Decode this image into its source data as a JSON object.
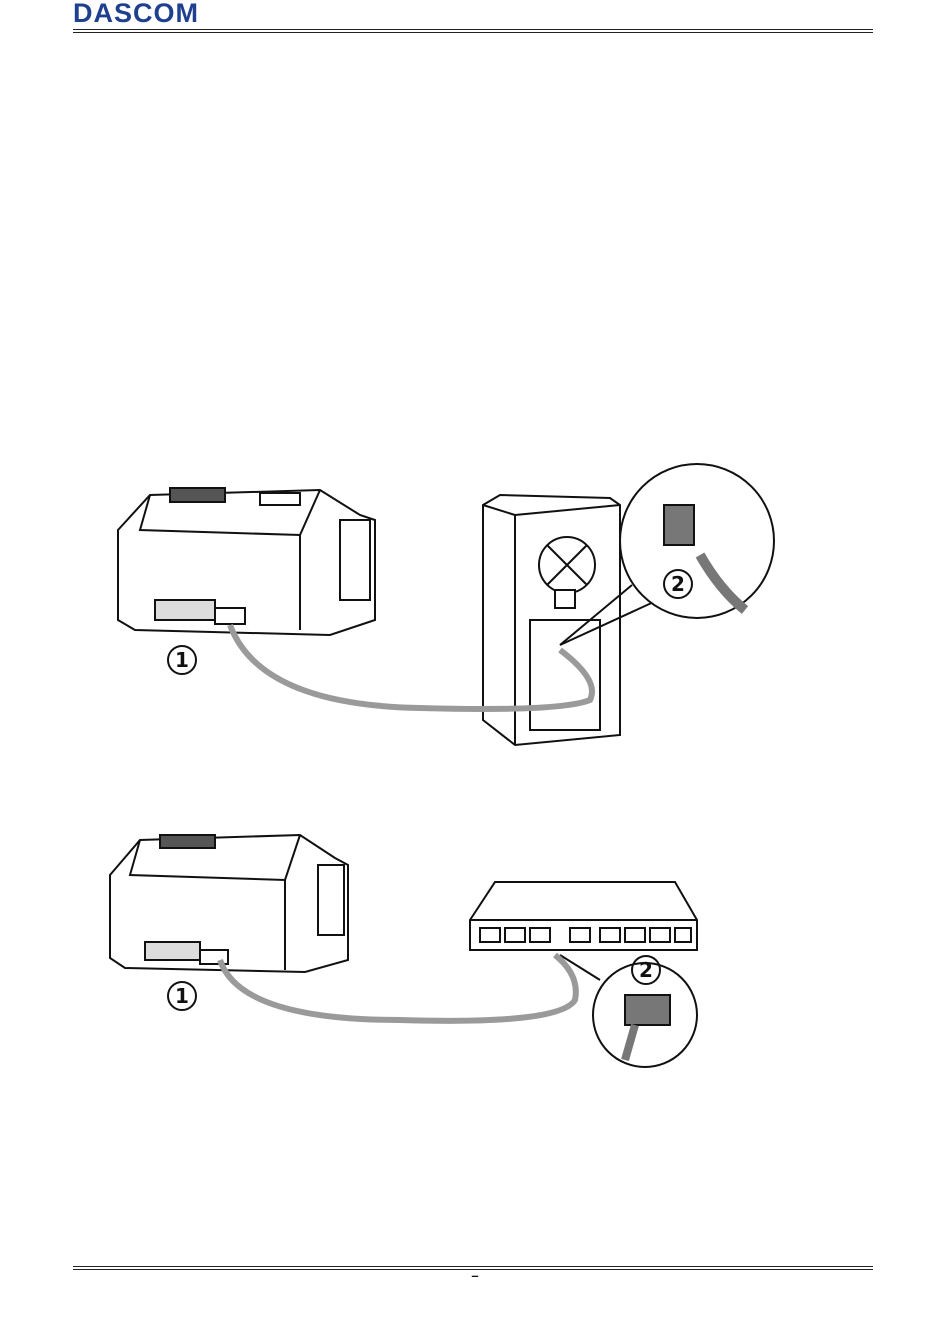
{
  "header": {
    "logo_text": "DASCOM"
  },
  "footer": {
    "page_number": "–"
  },
  "figure_usb": {
    "callout_1": "1",
    "callout_2": "2"
  },
  "figure_ethernet": {
    "callout_1": "1",
    "callout_2": "2"
  },
  "colors": {
    "logo": "#1f3f8f",
    "cable": "#9a9a9a",
    "line": "#111111"
  }
}
